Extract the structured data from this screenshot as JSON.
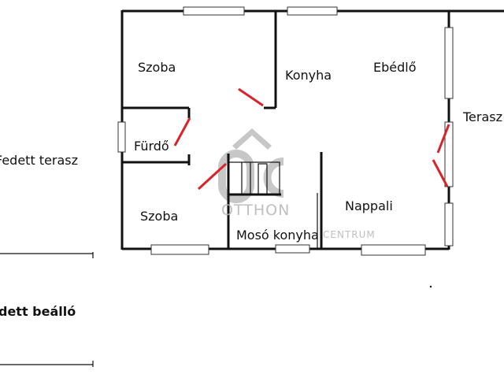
{
  "rooms": {
    "szoba_top": "Szoba",
    "konyha": "Konyha",
    "ebedlo": "Ebédlő",
    "terasz": "Terasz",
    "furdo": "Fürdő",
    "fedett_terasz": "Fedett terasz",
    "szoba_bottom": "Szoba",
    "nappali": "Nappali",
    "moso_konyha": "Mosó konyha",
    "fedett_beallo": "dett beálló"
  },
  "watermark": {
    "logo": "OC",
    "line1": "OTTHON",
    "line2": "CENTRUM"
  },
  "colors": {
    "wall": "#111111",
    "door": "#d8232a",
    "watermark": "#b5b5b5"
  }
}
